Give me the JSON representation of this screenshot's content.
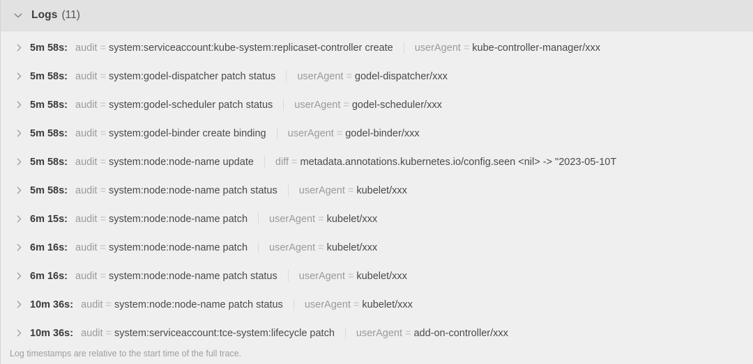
{
  "panel": {
    "header": {
      "title": "Logs",
      "count": "(11)",
      "expand_icon": "chevron-down-icon"
    },
    "row_expand_icon": "chevron-right-icon",
    "footer_note": "Log timestamps are relative to the start time of the full trace."
  },
  "colors": {
    "header_bg": "#e2e2e2",
    "body_bg": "#efefef",
    "title_text": "#3d3d3d",
    "timestamp_text": "#3a3a3a",
    "field_key": "#9a9a9a",
    "field_equals": "#c2c2c2",
    "field_value": "#4a4a4a",
    "separator": "#dadada",
    "footer_text": "#9e9e9e"
  },
  "logs": [
    {
      "time": "5m 58s:",
      "fields": [
        {
          "key": "audit",
          "value": "system:serviceaccount:kube-system:replicaset-controller create"
        },
        {
          "key": "userAgent",
          "value": "kube-controller-manager/xxx"
        }
      ]
    },
    {
      "time": "5m 58s:",
      "fields": [
        {
          "key": "audit",
          "value": "system:godel-dispatcher patch status"
        },
        {
          "key": "userAgent",
          "value": "godel-dispatcher/xxx"
        }
      ]
    },
    {
      "time": "5m 58s:",
      "fields": [
        {
          "key": "audit",
          "value": "system:godel-scheduler patch status"
        },
        {
          "key": "userAgent",
          "value": "godel-scheduler/xxx"
        }
      ]
    },
    {
      "time": "5m 58s:",
      "fields": [
        {
          "key": "audit",
          "value": "system:godel-binder create binding"
        },
        {
          "key": "userAgent",
          "value": "godel-binder/xxx"
        }
      ]
    },
    {
      "time": "5m 58s:",
      "fields": [
        {
          "key": "audit",
          "value": "system:node:node-name update"
        },
        {
          "key": "diff",
          "value": "metadata.annotations.kubernetes.io/config.seen <nil> -> \"2023-05-10T"
        }
      ]
    },
    {
      "time": "5m 58s:",
      "fields": [
        {
          "key": "audit",
          "value": "system:node:node-name patch status"
        },
        {
          "key": "userAgent",
          "value": "kubelet/xxx"
        }
      ]
    },
    {
      "time": "6m 15s:",
      "fields": [
        {
          "key": "audit",
          "value": "system:node:node-name patch"
        },
        {
          "key": "userAgent",
          "value": "kubelet/xxx"
        }
      ]
    },
    {
      "time": "6m 16s:",
      "fields": [
        {
          "key": "audit",
          "value": "system:node:node-name patch"
        },
        {
          "key": "userAgent",
          "value": "kubelet/xxx"
        }
      ]
    },
    {
      "time": "6m 16s:",
      "fields": [
        {
          "key": "audit",
          "value": "system:node:node-name patch status"
        },
        {
          "key": "userAgent",
          "value": "kubelet/xxx"
        }
      ]
    },
    {
      "time": "10m 36s:",
      "fields": [
        {
          "key": "audit",
          "value": "system:node:node-name patch status"
        },
        {
          "key": "userAgent",
          "value": "kubelet/xxx"
        }
      ]
    },
    {
      "time": "10m 36s:",
      "fields": [
        {
          "key": "audit",
          "value": "system:serviceaccount:tce-system:lifecycle patch"
        },
        {
          "key": "userAgent",
          "value": "add-on-controller/xxx"
        }
      ]
    }
  ]
}
